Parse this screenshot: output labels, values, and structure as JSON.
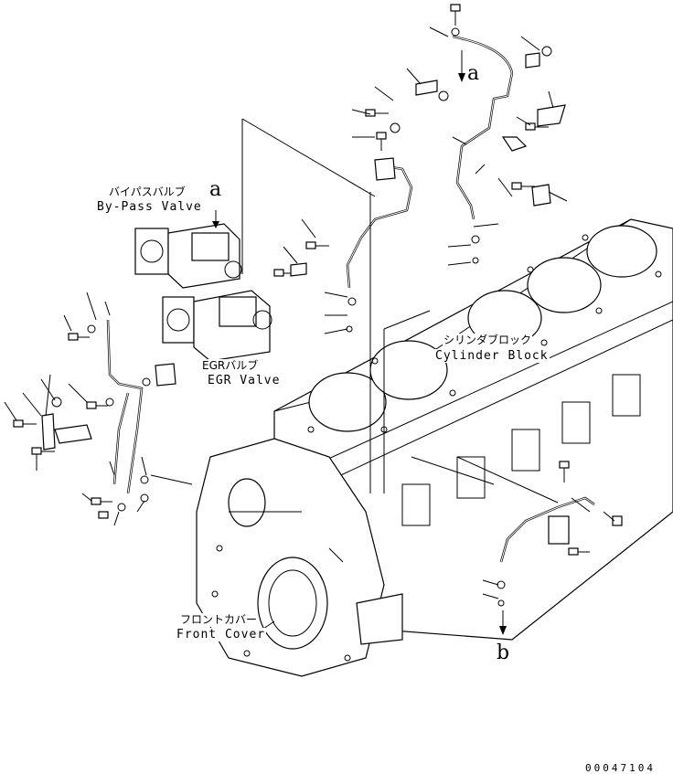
{
  "labels": {
    "bypass_valve_jp": "バイパスバルブ",
    "bypass_valve_en": "By-Pass Valve",
    "egr_valve_jp": "EGRバルブ",
    "egr_valve_en": "EGR Valve",
    "cylinder_block_jp": "シリンダブロック",
    "cylinder_block_en": "Cylinder Block",
    "front_cover_jp": "フロントカバー",
    "front_cover_en": "Front Cover"
  },
  "references": {
    "a_top": "a",
    "a_left": "a",
    "b_bottom": "b"
  },
  "figure_number": "00047104"
}
